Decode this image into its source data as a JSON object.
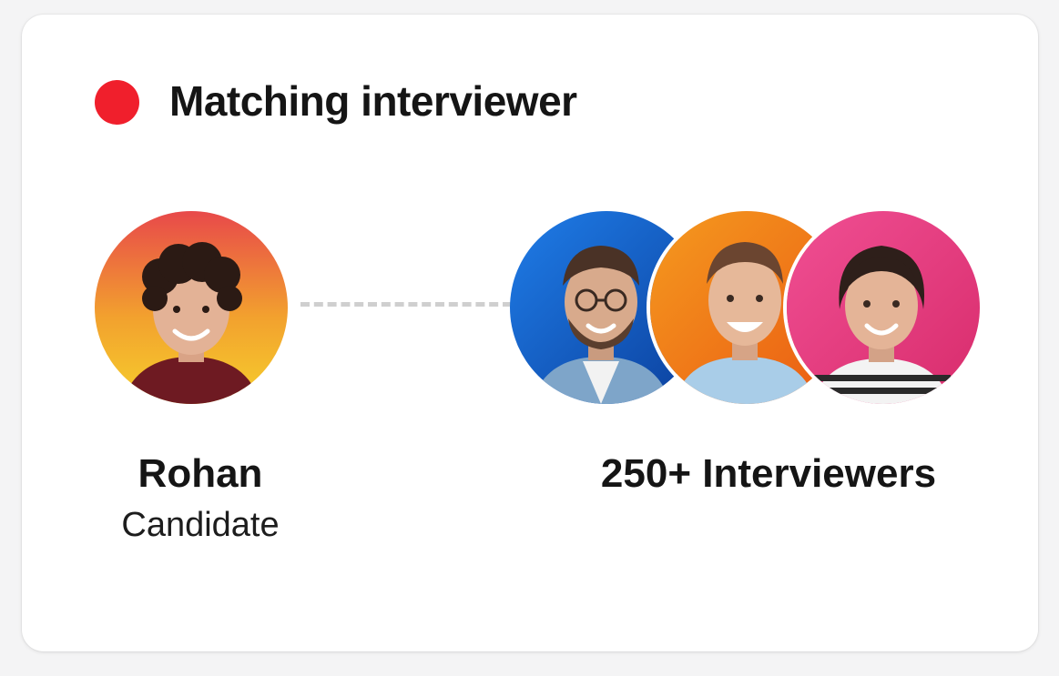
{
  "card": {
    "title": "Matching interviewer",
    "status_color": "#f01f2c"
  },
  "candidate": {
    "name": "Rohan",
    "role": "Candidate",
    "avatar_gradient": [
      "#e8494a",
      "#f2a12e",
      "#f6cf2c"
    ]
  },
  "interviewers": {
    "label": "250+ Interviewers",
    "avatars": [
      {
        "name": "interviewer-avatar-1",
        "bg": "#1565d8"
      },
      {
        "name": "interviewer-avatar-2",
        "bg": "#f27a12"
      },
      {
        "name": "interviewer-avatar-3",
        "bg": "#ec3b82"
      }
    ]
  }
}
